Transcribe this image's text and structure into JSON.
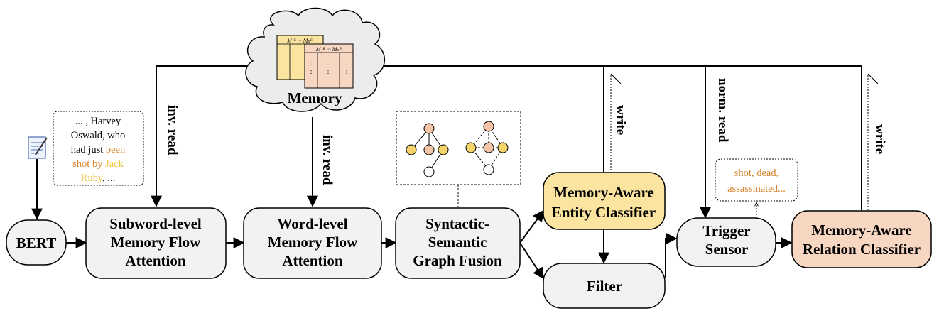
{
  "memory": {
    "label": "Memory",
    "matrix_entity": "M₁ᴱ ··· Mₙᴱ",
    "matrix_relation": "M₁ᴿ ··· Mₙᴿ"
  },
  "input_example": {
    "line1": "... , Harvey",
    "line2": "Oswald, who",
    "line3_plain": "had just ",
    "line3_hl": "been",
    "line4_hl": "shot by",
    "line4_hl2": "Jack",
    "line5_hl": "Ruby",
    "line5_plain": ", ...",
    "colors": {
      "relation": "#d9822b",
      "entity": "#f0c94a"
    }
  },
  "trigger_words": {
    "line1": "shot, dead,",
    "line2": "assassinated...",
    "color": "#d9822b"
  },
  "nodes": {
    "bert": "BERT",
    "subword": [
      "Subword-level",
      "Memory Flow",
      "Attention"
    ],
    "word": [
      "Word-level",
      "Memory Flow",
      "Attention"
    ],
    "fusion": [
      "Syntactic-",
      "Semantic",
      "Graph Fusion"
    ],
    "entity": [
      "Memory-Aware",
      "Entity Classifier"
    ],
    "filter": "Filter",
    "trigger": [
      "Trigger",
      "Sensor"
    ],
    "relation": [
      "Memory-Aware",
      "Relation Classifier"
    ]
  },
  "edge_labels": {
    "inv_read_1": "inv. read",
    "inv_read_2": "inv. read",
    "write_1": "write",
    "norm_read": "norm. read",
    "write_2": "write"
  },
  "colors": {
    "node_fill": "#f2f2f2",
    "entity_fill": "#fae4a0",
    "relation_fill": "#f7d6c2",
    "yellow_node": "#f5d56a",
    "orange_node": "#f3c4a5"
  }
}
